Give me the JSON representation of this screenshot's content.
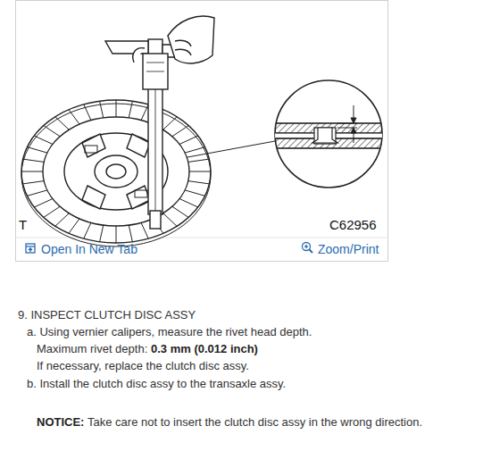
{
  "diagram": {
    "labels": [
      "T",
      "C62956",
      "Open In New Tab",
      "Zoom/Print",
      "9. INSPECT CLUTCH DISC ASSY",
      "a. Using vernier calipers, measure the rivet head depth.",
      "Maximum rivet depth:",
      "0.3 mm (0.012 inch)",
      "If necessary, replace the clutch disc assy.",
      "b. Install the clutch disc assy to the transaxle assy.",
      "NOTICE:",
      "Take care not to insert the clutch disc assy in the wrong direction."
    ]
  }
}
